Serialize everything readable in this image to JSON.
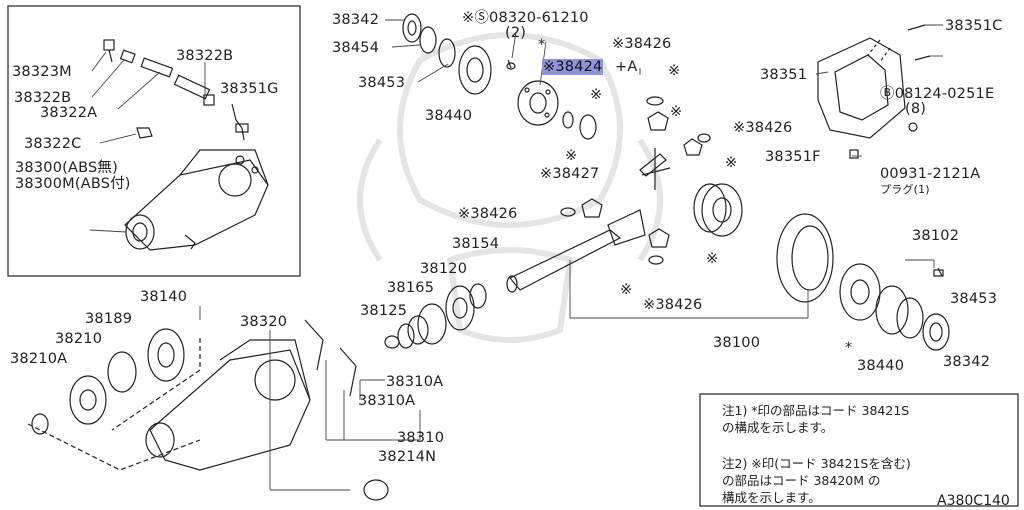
{
  "labels": {
    "p38342_top": "38342",
    "p38454": "38454",
    "p38453_top": "38453",
    "p38440_top": "38440",
    "bolt_top": "※Ⓢ08320-61210",
    "bolt_top_qty": "(2)",
    "p38424": "※38424",
    "p38424_suffix": "+A",
    "star_top": "*",
    "p38426_top": "※38426",
    "p38426_mid": "※38426",
    "p38427": "※38427",
    "p38426_left": "※38426",
    "p38426_low": "※38426",
    "p38154": "38154",
    "p38120": "38120",
    "p38165": "38165",
    "p38125": "38125",
    "p38100": "38100",
    "p38102": "38102",
    "p38453_right": "38453",
    "p38440_right": "38440",
    "p38342_right": "38342",
    "star_right": "*",
    "p38351C": "38351C",
    "p38351": "38351",
    "bolt_right": "Ⓑ08124-0251E",
    "bolt_right_qty": "(8)",
    "p38351F": "38351F",
    "plug_part": "00931-2121A",
    "plug_text": "プラグ(1)",
    "p38323M": "38323M",
    "p38322B_a": "38322B",
    "p38322B_b": "38322B",
    "p38322A": "38322A",
    "p38351G": "38351G",
    "p38322C": "38322C",
    "p38300": "38300(ABS無)",
    "p38300M": "38300M(ABS付)",
    "p38140": "38140",
    "p38189": "38189",
    "p38210": "38210",
    "p38210A": "38210A",
    "p38320": "38320",
    "p38310A_a": "38310A",
    "p38310A_b": "38310A",
    "p38310": "38310",
    "p38214N": "38214N",
    "mark_x1": "※",
    "mark_x2": "※",
    "mark_x3": "※",
    "mark_x4": "※",
    "mark_x5": "※",
    "mark_x6": "※",
    "mark_x7": "※"
  },
  "notes": {
    "note1_line1": "注1)  *印の部品はコード 38421S",
    "note1_line2": "       の構成を示します。",
    "note2_line1": "注2) ※印(コード 38421Sを含む)",
    "note2_line2": "       の部品はコード 38420M の",
    "note2_line3": "       構成を示します。"
  },
  "diagram_code": "A380C140"
}
